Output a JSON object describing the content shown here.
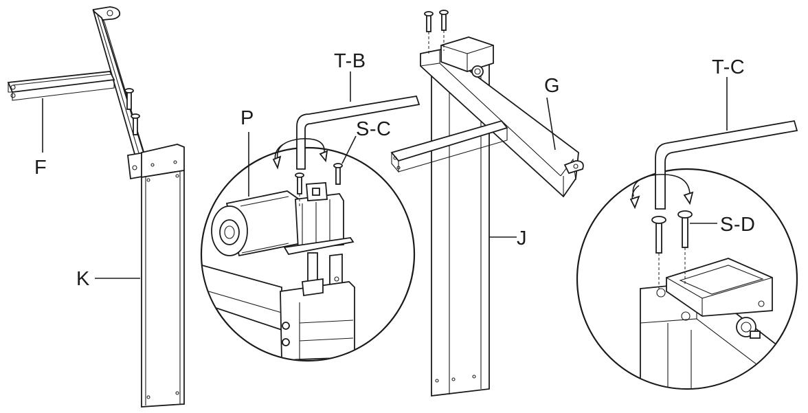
{
  "labels": {
    "F": "F",
    "K": "K",
    "P": "P",
    "TB": "T-B",
    "SC": "S-C",
    "G": "G",
    "J": "J",
    "TC": "T-C",
    "SD": "S-D"
  }
}
